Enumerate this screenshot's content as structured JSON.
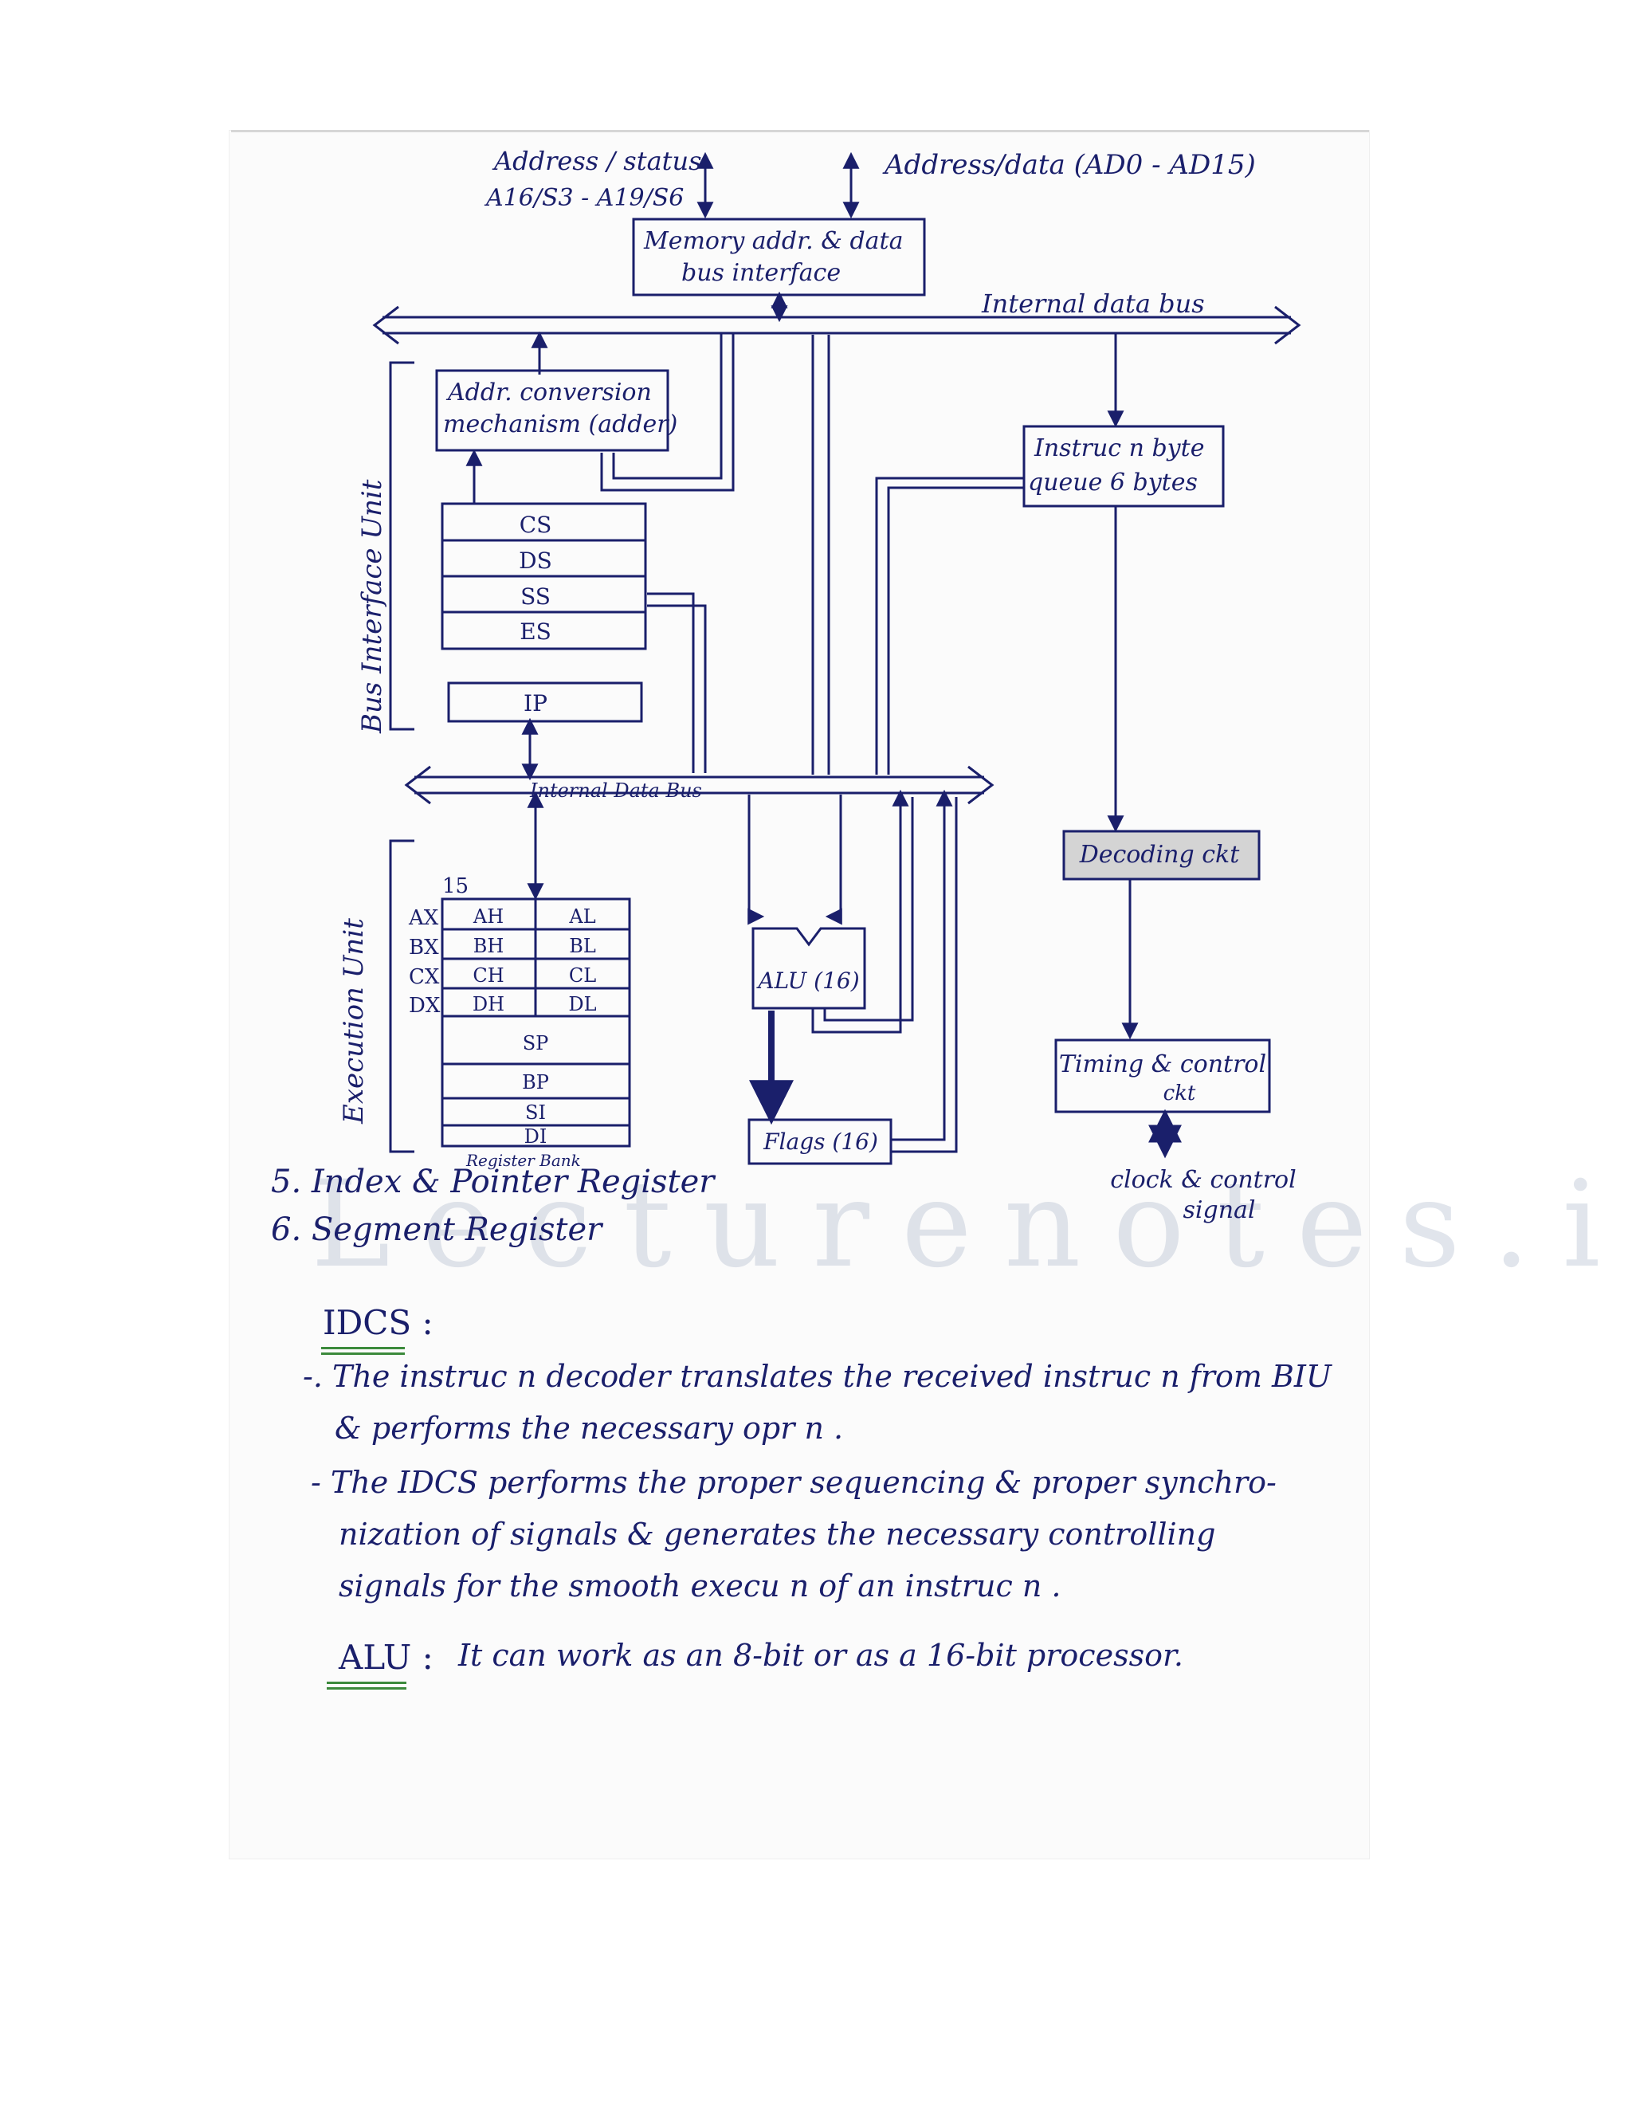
{
  "diagram": {
    "external": {
      "addr_status_line1": "Address / status",
      "addr_status_line2": "A16/S3 - A19/S6",
      "addr_data": "Address/data (AD0 - AD15)"
    },
    "memory_interface": {
      "line1": "Memory addr. & data",
      "line2": "bus interface"
    },
    "internal_data_bus_top": "Internal data bus",
    "addr_conversion": {
      "line1": "Addr. conversion",
      "line2": "mechanism (adder)"
    },
    "instruction_queue": {
      "line1": "Instruc n byte",
      "line2": "queue 6 bytes"
    },
    "segment_registers": [
      "CS",
      "DS",
      "SS",
      "ES"
    ],
    "ip": "IP",
    "internal_data_bus_mid": "Internal Data Bus",
    "biu_label": "Bus Interface Unit",
    "eu_label": "Execution Unit",
    "bit_label": "15",
    "gp_registers": [
      {
        "name": "AX",
        "high": "AH",
        "low": "AL"
      },
      {
        "name": "BX",
        "high": "BH",
        "low": "BL"
      },
      {
        "name": "CX",
        "high": "CH",
        "low": "CL"
      },
      {
        "name": "DX",
        "high": "DH",
        "low": "DL"
      }
    ],
    "pointer_registers": [
      "SP",
      "BP",
      "SI",
      "DI"
    ],
    "register_bank": "Register Bank",
    "alu": "ALU (16)",
    "flags": "Flags (16)",
    "decoding": "Decoding ckt",
    "timing": {
      "line1": "Timing & control",
      "line2": "ckt"
    },
    "clock": {
      "line1": "clock & control",
      "line2": "signal"
    }
  },
  "list_items": [
    "5. Index & Pointer Register",
    "6. Segment Register"
  ],
  "idcs": {
    "heading": "IDCS :",
    "lines": [
      "-. The instruc n decoder translates the received instruc n from BIU",
      "& performs the necessary opr n .",
      "- The IDCS performs the proper sequencing & proper synchro-",
      "nization of signals & generates the necessary controlling",
      "signals for the smooth execu n of an instruc n ."
    ]
  },
  "alu_note": {
    "heading": "ALU :",
    "text": "It can work as an 8-bit or as a 16-bit processor."
  },
  "watermark": "Lecturenotes.in",
  "colors": {
    "ink": "#1a1f6b",
    "underline": "#3c8a3c",
    "decoding_fill": "#d4d4d4"
  }
}
